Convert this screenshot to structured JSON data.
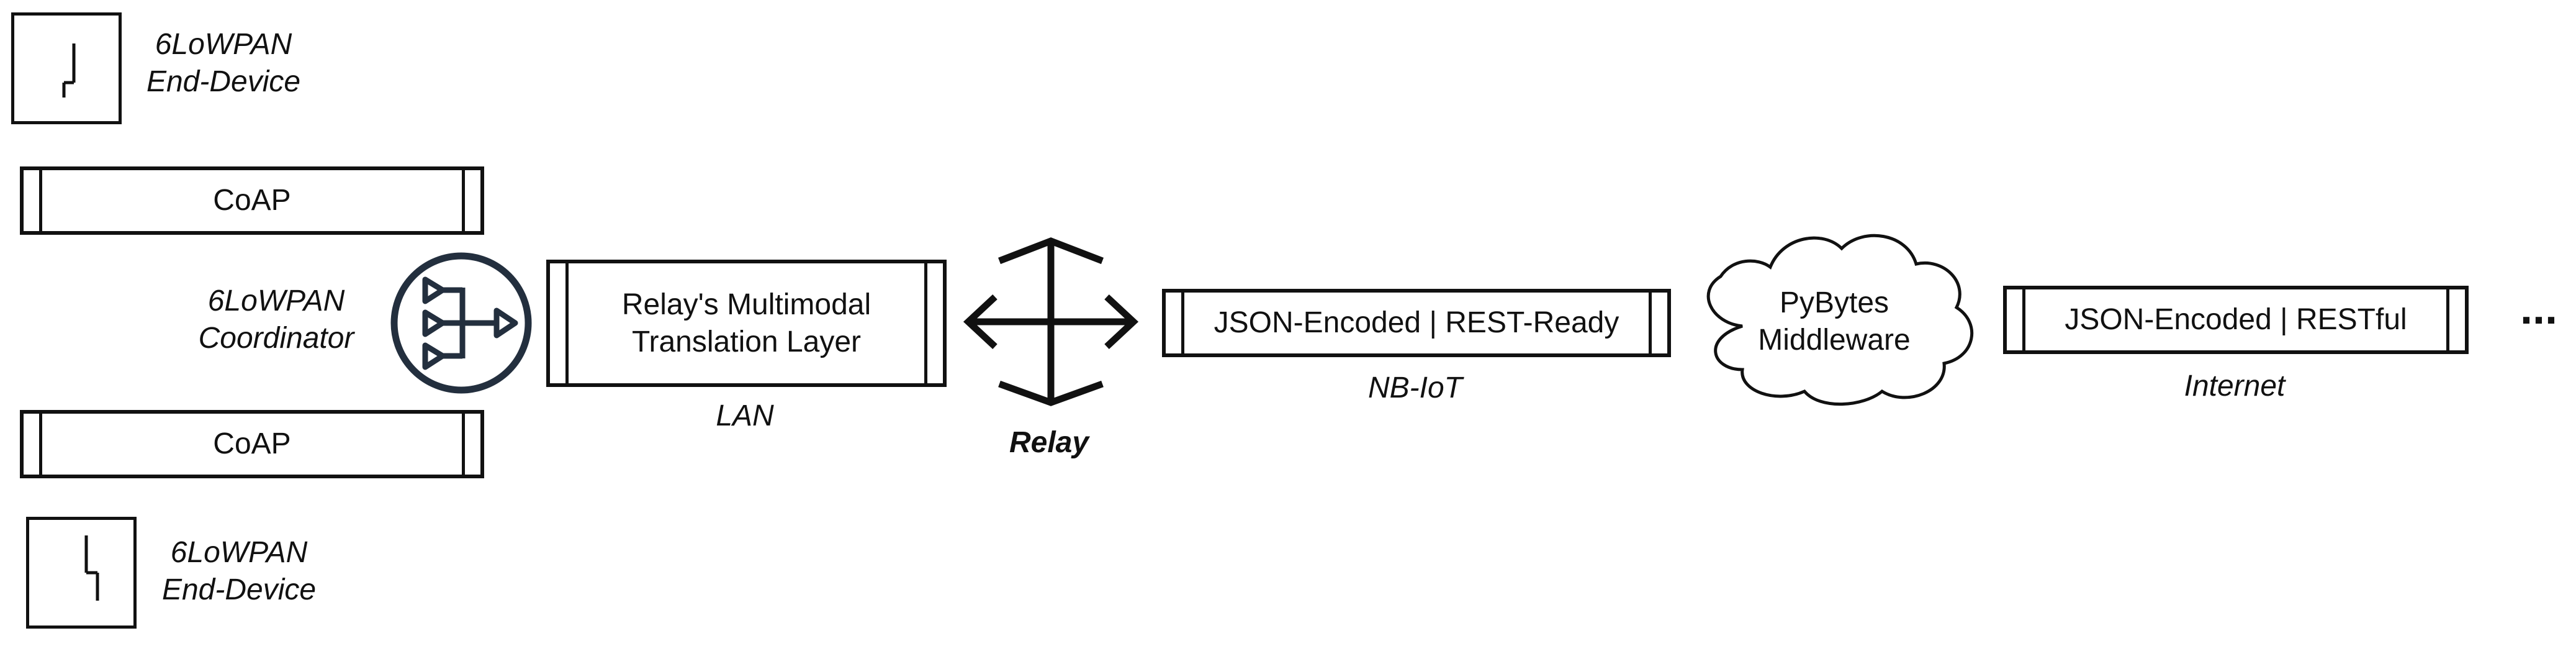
{
  "devices": {
    "top": {
      "label_line1": "6LoWPAN",
      "label_line2": "End-Device"
    },
    "bottom": {
      "label_line1": "6LoWPAN",
      "label_line2": "End-Device"
    }
  },
  "coordinator": {
    "label_line1": "6LoWPAN",
    "label_line2": "Coordinator"
  },
  "coap": {
    "top": "CoAP",
    "bottom": "CoAP"
  },
  "relay_layer": {
    "line1": "Relay's Multimodal",
    "line2": "Translation Layer",
    "caption": "LAN"
  },
  "relay": {
    "label": "Relay"
  },
  "nbiot": {
    "text": "JSON-Encoded | REST-Ready",
    "caption": "NB-IoT"
  },
  "middleware": {
    "line1": "PyBytes",
    "line2": "Middleware"
  },
  "internet": {
    "text": "JSON-Encoded | RESTful",
    "caption": "Internet"
  },
  "continuation": "..."
}
